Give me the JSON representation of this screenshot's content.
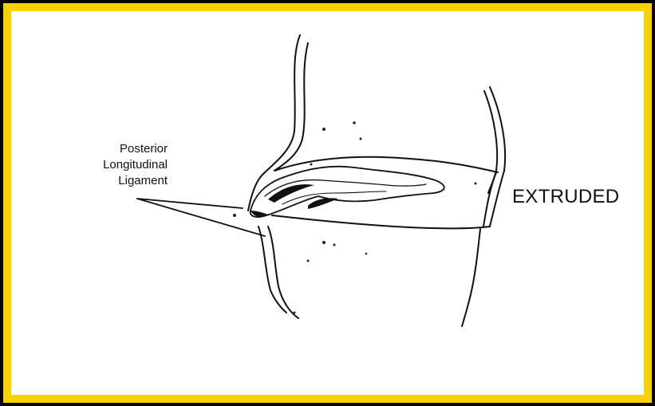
{
  "figure": {
    "label_left_lines": [
      "Posterior",
      "Longitudinal",
      "Ligament"
    ],
    "label_right": "EXTRUDED",
    "colors": {
      "border": "#f7d200",
      "background": "#ffffff",
      "outer": "#000000",
      "ink": "#111111"
    }
  }
}
